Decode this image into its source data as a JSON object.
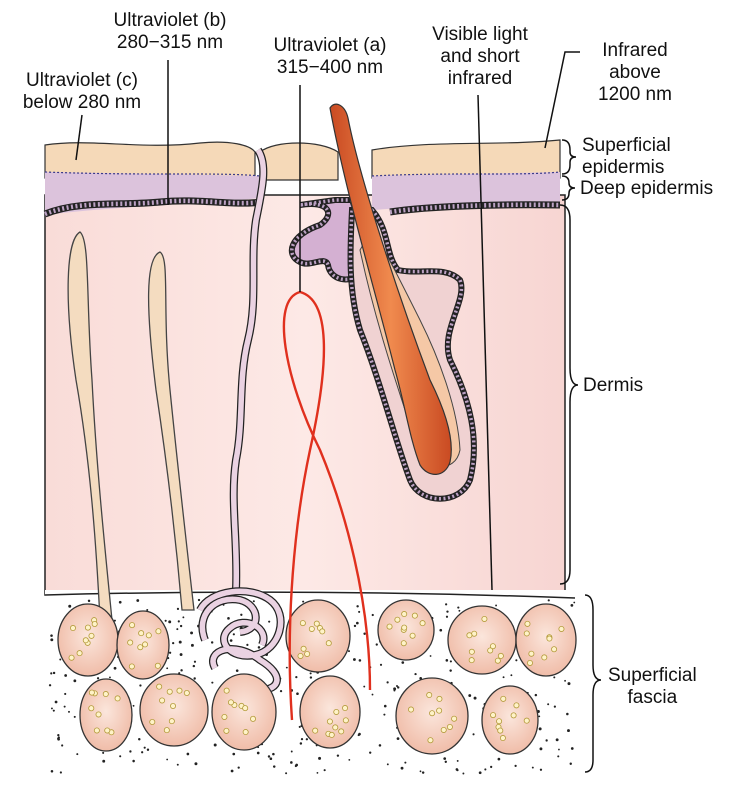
{
  "rays": {
    "uvc": {
      "line1": "Ultraviolet (c)",
      "line2": "below 280 nm"
    },
    "uvb": {
      "line1": "Ultraviolet (b)",
      "line2": "280−315 nm"
    },
    "uva": {
      "line1": "Ultraviolet (a)",
      "line2": "315−400 nm"
    },
    "visible": {
      "line1": "Visible light",
      "line2": "and short",
      "line3": "infrared"
    },
    "infrared": {
      "line1": "Infrared",
      "line2": "above",
      "line3": "1200 nm"
    }
  },
  "layers": {
    "superficial_epidermis": {
      "line1": "Superficial",
      "line2": "epidermis"
    },
    "deep_epidermis": "Deep epidermis",
    "dermis": "Dermis",
    "superficial_fascia": {
      "line1": "Superficial",
      "line2": "fascia"
    }
  },
  "colors": {
    "epidermis_top": "#f5d9b8",
    "epidermis_deep": "#d8bfd8",
    "dermis": "#fbe3e0",
    "hair": "#d9622b",
    "red_ray": "#e0301e",
    "fat_lobule": "#f3c7b5",
    "nerve": "#ead2e2"
  }
}
